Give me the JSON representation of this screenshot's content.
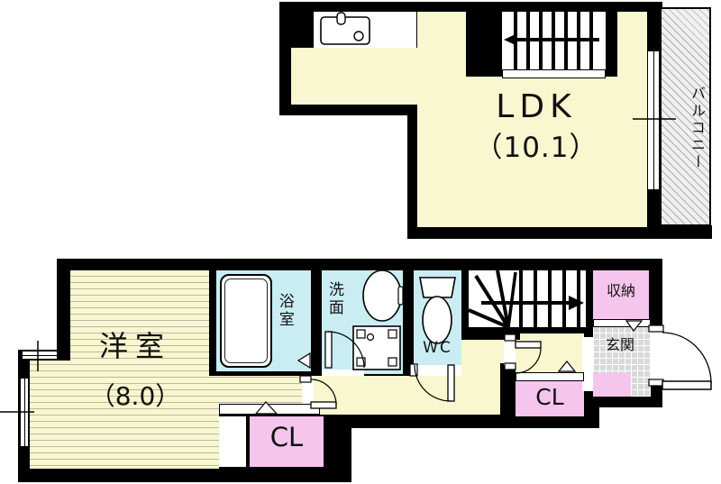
{
  "plan_title": "apartment-floor-plan",
  "colors": {
    "wall": "#000000",
    "floor_yellow": "#f9f7cf",
    "wet_area_cyan": "#c9edf3",
    "closet_pink": "#f6c5ee",
    "entrance_tile_gray": "#d9d9d9"
  },
  "upper_floor": {
    "ldk": {
      "label": "LDK",
      "size": "（10.1）"
    },
    "balcony": {
      "label": "バルコニー"
    }
  },
  "lower_floor": {
    "western_room": {
      "label": "洋室",
      "size": "（8.0）"
    },
    "bathroom": {
      "label": "浴室"
    },
    "washroom": {
      "label": "洗面"
    },
    "toilet": {
      "label": "WC"
    },
    "closet_room": {
      "label": "CL"
    },
    "closet_hall": {
      "label": "CL"
    },
    "storage": {
      "label": "収納"
    },
    "entrance": {
      "label": "玄関"
    }
  }
}
